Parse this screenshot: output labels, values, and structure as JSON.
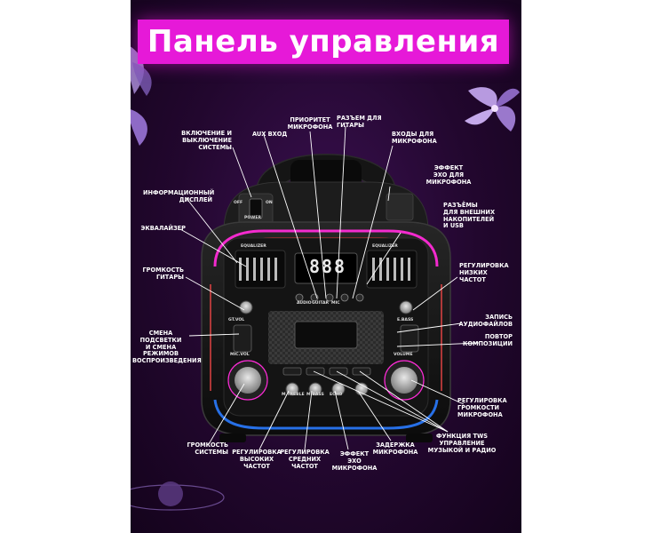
{
  "title": "Панель управления",
  "callouts": {
    "power": "ВКЛЮЧЕНИЕ И\nВЫКЛЮЧЕНИЕ\nСИСТЕМЫ",
    "aux": "AUX ВХОД",
    "mic_priority": "ПРИОРИТЕТ\nМИКРОФОНА",
    "guitar_jack": "РАЗЪЕМ ДЛЯ\nГИТАРЫ",
    "mic_inputs": "ВХОДЫ ДЛЯ\nМИКРОФОНА",
    "mic_echo_effect": "ЭФФЕКТ\nЭХО ДЛЯ\nМИКРОФОНА",
    "display": "ИНФОРМАЦИОННЫЙ\nДИСПЛЕЙ",
    "storage_ports": "РАЗЪЁМЫ\nДЛЯ ВНЕШНИХ\nНАКОПИТЕЛЕЙ\nИ USB",
    "equalizer": "ЭКВАЛАЙЗЕР",
    "guitar_volume": "ГРОМКОСТЬ\nГИТАРЫ",
    "bass_adjust": "РЕГУЛИРОВКА\nНИЗКИХ\nЧАСТОТ",
    "audio_record": "ЗАПИСЬ\nАУДИОФАЙЛОВ",
    "repeat": "ПОВТОР\nКОМПОЗИЦИИ",
    "light_mode": "СМЕНА\nПОДСВЕТКИ\nИ СМЕНА\nРЕЖИМОВ\nВОСПРОИЗВЕДЕНИЯ",
    "mic_volume_adjust": "РЕГУЛИРОВКА\nГРОМКОСТИ\nМИКРОФОНА",
    "system_volume": "ГРОМКОСТЬ\nСИСТЕМЫ",
    "treble_adjust": "РЕГУЛИРОВКА\nВЫСОКИХ\nЧАСТОТ",
    "mid_adjust": "РЕГУЛИРОВКА\nСРЕДНИХ\nЧАСТОТ",
    "mic_echo": "ЭФФЕКТ\nЭХО\nМИКРОФОНА",
    "mic_delay": "ЗАДЕРЖКА\nМИКРОФОНА",
    "tws_function": "ФУНКЦИЯ TWS\nУПРАВЛЕНИЕ\nМУЗЫКОЙ И РАДИО"
  },
  "speaker_labels": {
    "eq_left": "EQUALIZER",
    "eq_right": "EQUALIZER",
    "off": "OFF",
    "on": "ON",
    "power": "POWER",
    "gt_vol": "GT.VOL",
    "e_bass": "E.BASS",
    "mic_vol": "MIC.VOL",
    "volume": "VOLUME",
    "m_treble": "M.TREBLE",
    "m_bass": "M.BASS",
    "echo": "ECHO",
    "audio": "AUDIO",
    "guitar": "GUITAR",
    "mic": "MIC",
    "display_digits": "888"
  },
  "colors": {
    "banner": "#e619d8",
    "background": "#22072e",
    "led_magenta": "#ff2bd8",
    "led_red": "#ff2a2a",
    "led_blue": "#2a7bff"
  }
}
